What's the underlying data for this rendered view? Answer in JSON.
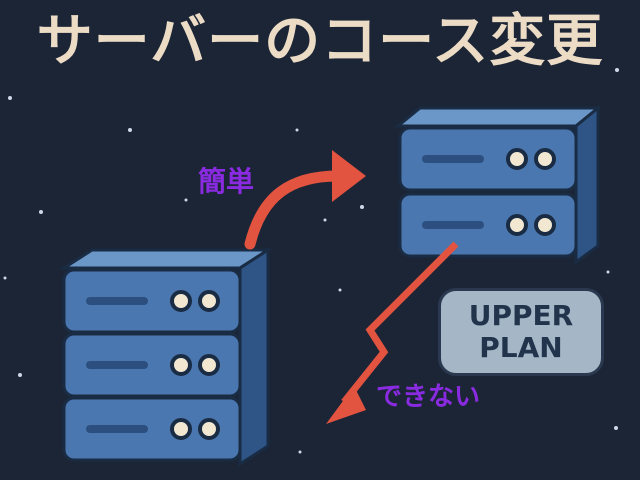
{
  "title": "サーバーのコース変更",
  "labels": {
    "easy": "簡単",
    "cannot": "できない"
  },
  "badge": {
    "line1": "UPPER",
    "line2": "PLAN"
  },
  "colors": {
    "background": "#1b2536",
    "title": "#ecdcc6",
    "server_front": "#4a77b0",
    "server_top": "#6b96c8",
    "server_side": "#2f5587",
    "arrow": "#e25340",
    "label": "#8a2be2",
    "badge": "#a5b7c7"
  },
  "icons": [
    "server-rack-small",
    "server-rack-large",
    "arrow-up-right",
    "arrow-zigzag-down-left",
    "star"
  ]
}
